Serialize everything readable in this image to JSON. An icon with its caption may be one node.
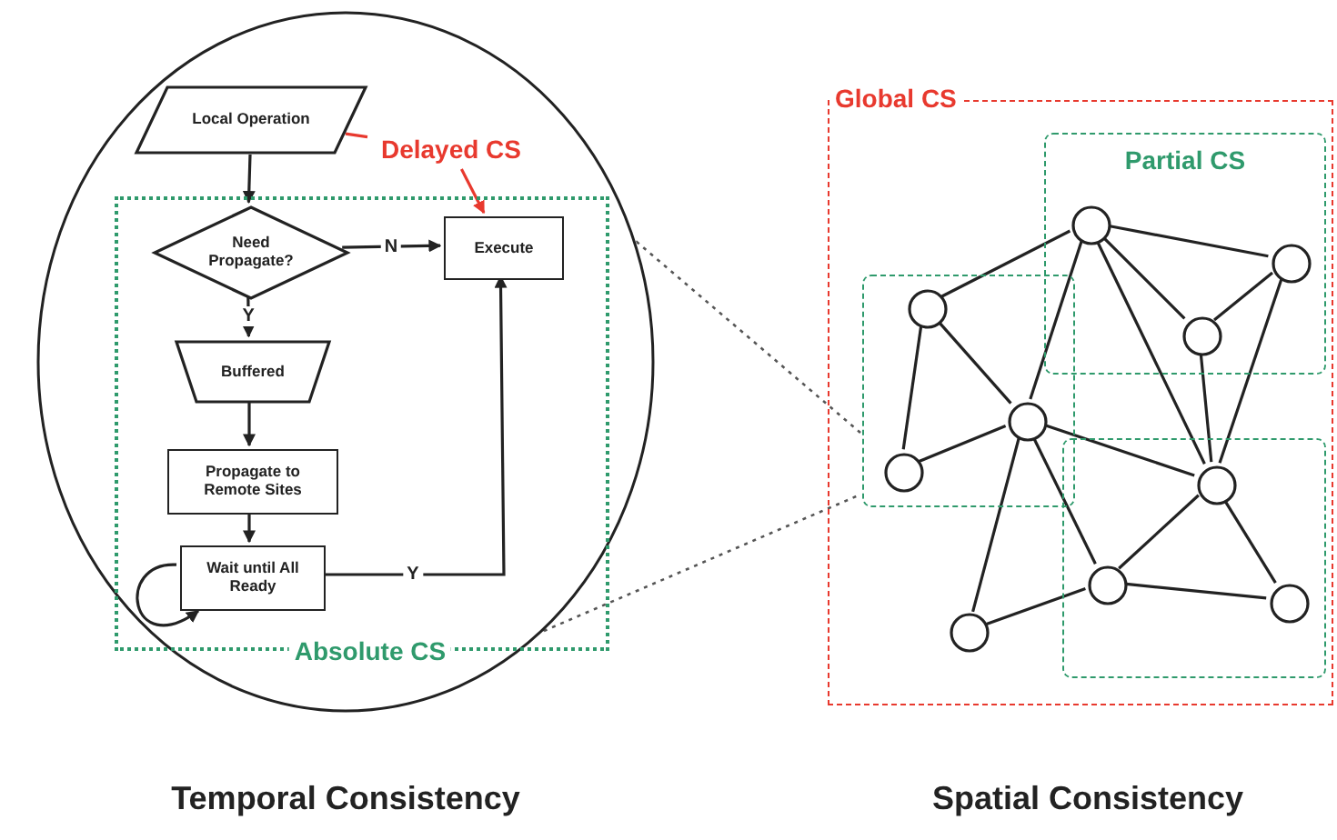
{
  "diagram": {
    "nodes": [
      {
        "text": [],
        "shape": "circle",
        "beside": [
          "Temporal Consistency"
        ]
      },
      {
        "text": [
          "Local Operation"
        ],
        "in": 0
      },
      {
        "text": [
          "Delayed CS"
        ],
        "in": 0
      },
      {
        "text": [
          "Absolute CS"
        ],
        "in": 0
      },
      {
        "text": [
          "Need Propagate?"
        ],
        "in": 3
      },
      {
        "text": [
          "Execute"
        ],
        "in": 3
      },
      {
        "text": [
          "Buffered"
        ],
        "in": 3
      },
      {
        "text": [
          "Propagate to Remote Sites"
        ],
        "in": 3
      },
      {
        "text": [
          "Wait until All Ready"
        ],
        "in": 3
      },
      {
        "text": [
          "Global CS"
        ],
        "beside": [
          "Spatial Consistency"
        ]
      },
      {
        "text": [
          "Partial CS"
        ],
        "in": 9
      },
      {
        "text": [],
        "shape": "box",
        "in": 9
      },
      {
        "text": [],
        "shape": "box",
        "in": 9
      },
      {
        "text": [],
        "shape": "circle",
        "in": 10
      },
      {
        "text": [],
        "shape": "circle",
        "in": 10
      },
      {
        "text": [],
        "shape": "circle",
        "in": 11
      },
      {
        "text": [],
        "shape": "circle",
        "in": 10
      },
      {
        "text": [],
        "shape": "circle",
        "in": 11
      },
      {
        "text": [],
        "shape": "circle",
        "in": 11
      },
      {
        "text": [],
        "shape": "circle",
        "in": 12
      },
      {
        "text": [],
        "shape": "circle",
        "in": 12
      },
      {
        "text": [],
        "shape": "circle",
        "in": 12
      },
      {
        "text": [],
        "shape": "circle",
        "in": 9
      }
    ],
    "edges": [
      {
        "from": 1,
        "to": 4,
        "arrow": "to"
      },
      {
        "from": 4,
        "to": 5,
        "arrow": "to",
        "label": "N"
      },
      {
        "from": 4,
        "to": 6,
        "arrow": "to",
        "label": "Y"
      },
      {
        "from": 6,
        "to": 7,
        "arrow": "to"
      },
      {
        "from": 7,
        "to": 8,
        "arrow": "to"
      },
      {
        "from": 8,
        "to": 8,
        "arrow": "to"
      },
      {
        "from": 8,
        "to": 5,
        "arrow": "to",
        "label": "Y"
      },
      {
        "from": 1,
        "to": 2,
        "arrow": "none",
        "color": "#e8392e"
      },
      {
        "from": 2,
        "to": 5,
        "arrow": "to",
        "color": "#e8392e"
      },
      {
        "from": 0,
        "to": 11,
        "arrow": "none",
        "style": "dashed",
        "color": "#555555"
      },
      {
        "from": 0,
        "to": 11,
        "arrow": "none",
        "style": "dashed",
        "color": "#555555"
      },
      {
        "from": 15,
        "to": 13,
        "arrow": "none"
      },
      {
        "from": 13,
        "to": 14,
        "arrow": "none"
      },
      {
        "from": 13,
        "to": 17,
        "arrow": "none"
      },
      {
        "from": 13,
        "to": 16,
        "arrow": "none"
      },
      {
        "from": 13,
        "to": 19,
        "arrow": "none"
      },
      {
        "from": 16,
        "to": 14,
        "arrow": "none"
      },
      {
        "from": 14,
        "to": 19,
        "arrow": "none"
      },
      {
        "from": 16,
        "to": 19,
        "arrow": "none"
      },
      {
        "from": 15,
        "to": 17,
        "arrow": "none"
      },
      {
        "from": 15,
        "to": 18,
        "arrow": "none"
      },
      {
        "from": 18,
        "to": 17,
        "arrow": "none"
      },
      {
        "from": 17,
        "to": 19,
        "arrow": "none"
      },
      {
        "from": 17,
        "to": 20,
        "arrow": "none"
      },
      {
        "from": 17,
        "to": 22,
        "arrow": "none"
      },
      {
        "from": 22,
        "to": 20,
        "arrow": "none"
      },
      {
        "from": 20,
        "to": 19,
        "arrow": "none"
      },
      {
        "from": 20,
        "to": 21,
        "arrow": "none"
      },
      {
        "from": 19,
        "to": 21,
        "arrow": "none"
      }
    ]
  }
}
